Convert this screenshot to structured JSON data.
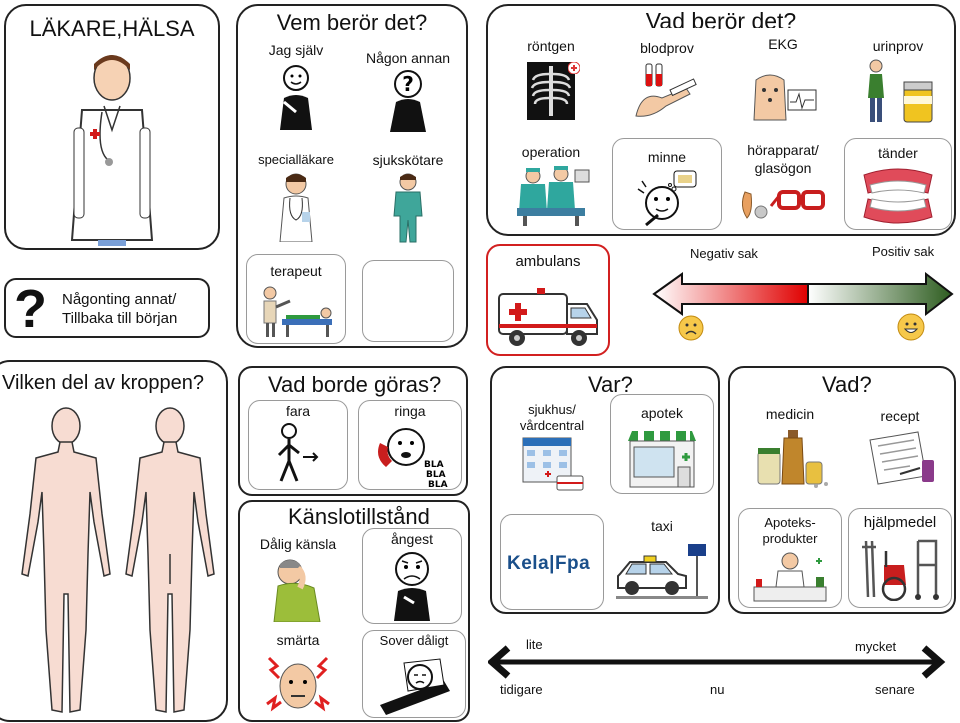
{
  "doctor": {
    "title": "LÄKARE,HÄLSA"
  },
  "who": {
    "title": "Vem berör det?",
    "myself": "Jag själv",
    "someone": "Någon annan",
    "specialist": "specialläkare",
    "nurse": "sjukskötare",
    "therapist": "terapeut"
  },
  "what": {
    "title": "Vad berör det?",
    "xray": "röntgen",
    "bloodtest": "blodprov",
    "ekg": "EKG",
    "urine": "urinprov",
    "operation": "operation",
    "memory": "minne",
    "hearing_line1": "hörapparat/",
    "hearing_line2": "glasögon",
    "teeth": "tänder"
  },
  "ambulance": {
    "label": "ambulans"
  },
  "scale": {
    "negative": "Negativ sak",
    "positive": "Positiv sak"
  },
  "other": {
    "line1": "Någonting annat/",
    "line2": "Tillbaka till början"
  },
  "body": {
    "title": "Vilken del av kroppen?"
  },
  "todo": {
    "title": "Vad borde göras?",
    "go": "fara",
    "call": "ringa"
  },
  "where": {
    "title": "Var?",
    "hospital_line1": "sjukhus/",
    "hospital_line2": "vårdcentral",
    "pharmacy": "apotek",
    "taxi": "taxi",
    "kela": "Kela|Fpa"
  },
  "whatitem": {
    "title": "Vad?",
    "medicine": "medicin",
    "prescription": "recept",
    "products_line1": "Apoteks-",
    "products_line2": "produkter",
    "aids": "hjälpmedel"
  },
  "feelings": {
    "title": "Känslotillstånd",
    "bad": "Dålig känsla",
    "anxiety": "ångest",
    "pain": "smärta",
    "sleep": "Sover dåligt"
  },
  "timeline": {
    "little": "lite",
    "much": "mycket",
    "earlier": "tidigare",
    "now": "nu",
    "later": "senare"
  },
  "colors": {
    "border": "#222222",
    "ambulance_border": "#d22020",
    "negative": "#e00000",
    "positive": "#2e5d20"
  }
}
